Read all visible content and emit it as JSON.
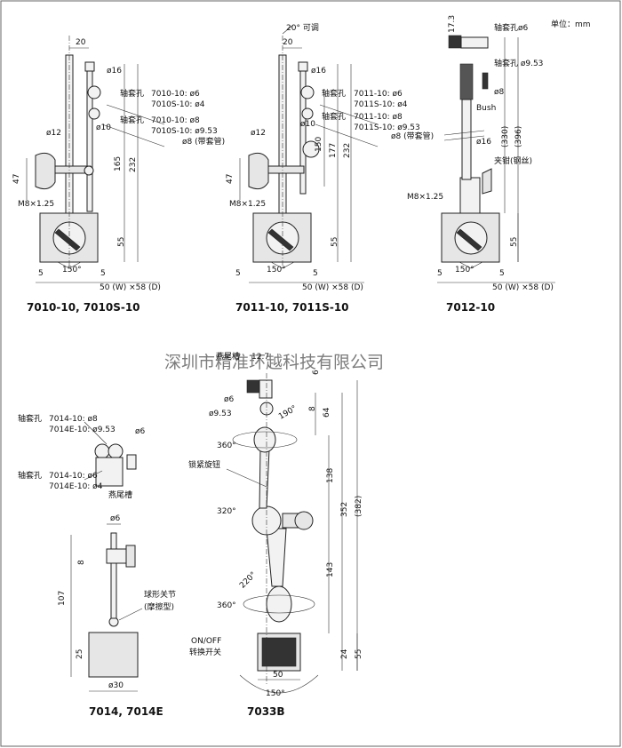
{
  "unit_label": "单位：mm",
  "watermark": "深圳市精准环越科技有限公司",
  "models": {
    "m7010": {
      "caption": "7010-10, 7010S-10",
      "dims": {
        "w20": "20",
        "d16": "ø16",
        "d12": "ø12",
        "d10": "ø10",
        "h47": "47",
        "thread": "M8×1.25",
        "h165": "165",
        "h232": "232",
        "h55": "55",
        "s5a": "5",
        "s5b": "5",
        "angle": "150°",
        "base": "50 (W) ×58 (D)"
      },
      "bore1": {
        "label": "轴套孔",
        "a": "7010-10:  ø6",
        "b": "7010S-10: ø4"
      },
      "bore2": {
        "label": "轴套孔",
        "a": "7010-10:  ø8",
        "b": "7010S-10: ø9.53",
        "c": "ø8 (带套管)"
      }
    },
    "m7011": {
      "caption": "7011-10, 7011S-10",
      "dims": {
        "adj": "20° 可调",
        "w20": "20",
        "d16": "ø16",
        "d12": "ø12",
        "d10": "ø10",
        "h47": "47",
        "thread": "M8×1.25",
        "h150": "150",
        "h177": "177",
        "h232": "232",
        "h55": "55",
        "s5a": "5",
        "s5b": "5",
        "angle": "150°",
        "base": "50 (W) ×58 (D)"
      },
      "bore1": {
        "label": "轴套孔",
        "a": "7011-10:  ø6",
        "b": "7011S-10: ø4"
      },
      "bore2": {
        "label": "轴套孔",
        "a": "7011-10:  ø8",
        "b": "7011S-10: ø9.53",
        "c": "ø8 (带套管)"
      }
    },
    "m7012": {
      "caption": "7012-10",
      "dims": {
        "h173": "17.3",
        "bore_d6": "轴套孔ø6",
        "bore_d953": "轴套孔 ø9.53",
        "d8": "ø8",
        "bush": "Bush",
        "d16": "ø16",
        "h330": "(330)",
        "h396": "(396)",
        "clamp": "夹钳(钢丝)",
        "thread": "M8×1.25",
        "h55": "55",
        "s5a": "5",
        "s5b": "5",
        "angle": "150°",
        "base": "50 (W) ×58 (D)"
      }
    },
    "m7014": {
      "caption": "7014, 7014E",
      "bore1": {
        "label": "轴套孔",
        "a": "7014-10:  ø8",
        "b": "7014E-10: ø9.53"
      },
      "bore2": {
        "label": "轴套孔",
        "a": "7014-10:  ø6",
        "b": "7014E-10: ø4"
      },
      "dims": {
        "d6top": "ø6",
        "dovetail": "燕尾槽",
        "d6": "ø6",
        "h8": "8",
        "h107": "107",
        "h25": "25",
        "d30": "ø30",
        "ball": "球形关节",
        "ball2": "(摩擦型)"
      }
    },
    "m7033": {
      "caption": "7033B",
      "dims": {
        "dovetail": "燕尾槽",
        "w127": "12.7",
        "d6": "ø6",
        "d953": "ø9.53",
        "a190": "190°",
        "h8": "8",
        "h64": "64",
        "h6": "6",
        "a360a": "360°",
        "lock": "锁紧旋钮",
        "h138": "138",
        "h352": "352",
        "h382": "(382)",
        "a320": "320°",
        "h143": "143",
        "a220": "220°",
        "a360b": "360°",
        "switch1": "ON/OFF",
        "switch2": "转换开关",
        "h24": "24",
        "h55": "55",
        "w50": "50",
        "angle": "150°"
      }
    }
  }
}
